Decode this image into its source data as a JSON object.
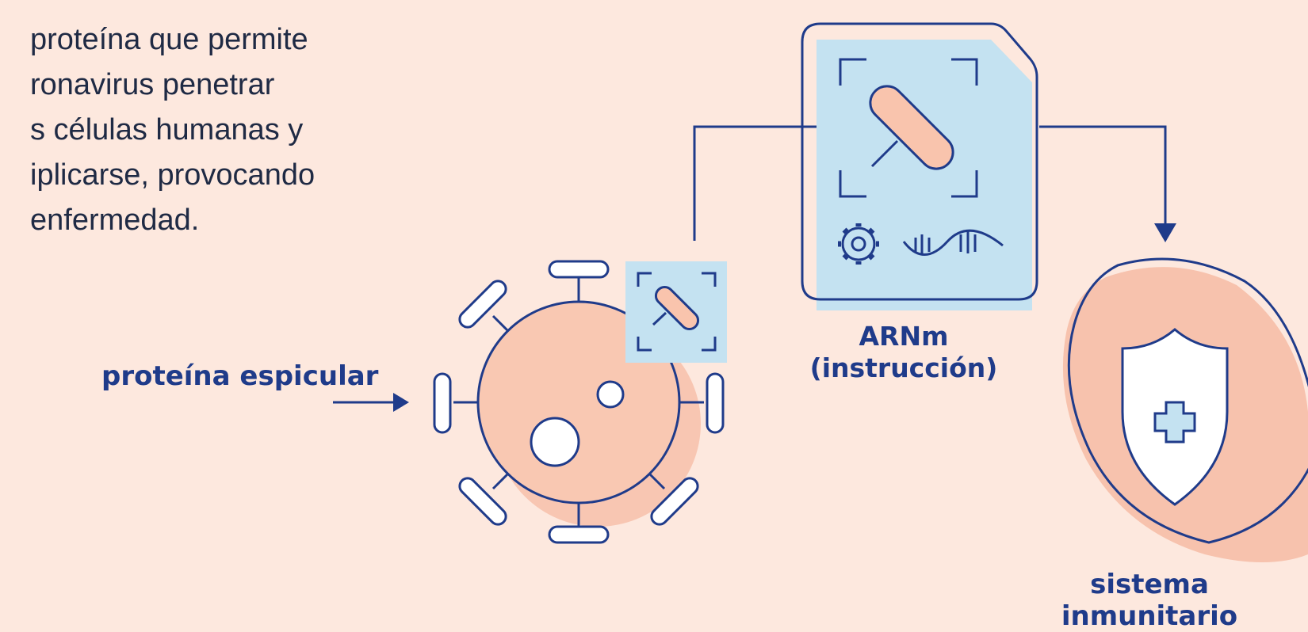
{
  "paragraph": {
    "lines": [
      "proteína que permite",
      "ronavirus penetrar",
      "s células humanas y",
      "iplicarse, provocando",
      "enfermedad."
    ]
  },
  "labels": {
    "spike_protein": "proteína espicular",
    "mrna_line1": "ARNm",
    "mrna_line2": "(instrucción)",
    "immune_line1": "sistema",
    "immune_line2": "inmunitario"
  },
  "icons": [
    "virus-icon",
    "spike-protein-icon",
    "mrna-document-icon",
    "gear-icon",
    "rna-strand-icon",
    "shield-icon",
    "medical-cross-icon",
    "arrow-right-icon",
    "arrow-down-icon"
  ],
  "colors": {
    "background": "#fde8de",
    "navy": "#1f3b8a",
    "peach": "#f9c4ad",
    "light_blue": "#c4e2f1",
    "text": "#1f2a44"
  }
}
